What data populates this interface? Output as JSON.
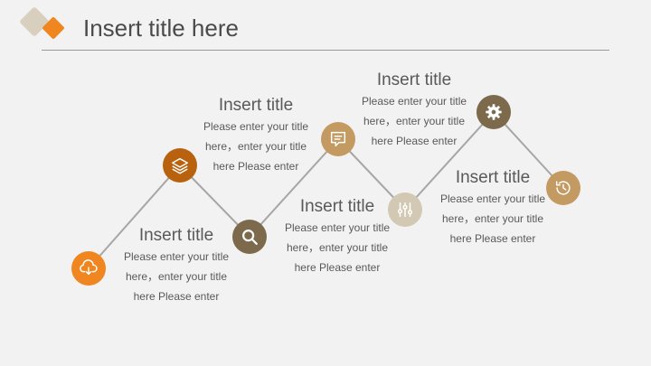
{
  "page": {
    "title": "Insert title here"
  },
  "colors": {
    "orange": "#f0861f",
    "rust": "#b8620f",
    "olive": "#7d6a4c",
    "tan": "#c39a61",
    "beige": "#d3c8b4",
    "line": "#a6a6a6"
  },
  "nodes": [
    {
      "icon": "cloud-download-icon",
      "color": "#f0861f"
    },
    {
      "icon": "layers-icon",
      "color": "#b8620f"
    },
    {
      "icon": "search-icon",
      "color": "#7d6a4c"
    },
    {
      "icon": "message-icon",
      "color": "#c39a61"
    },
    {
      "icon": "sliders-icon",
      "color": "#d3c8b4"
    },
    {
      "icon": "gear-icon",
      "color": "#7d6a4c"
    },
    {
      "icon": "history-icon",
      "color": "#c39a61"
    }
  ],
  "blocks": [
    {
      "title": "Insert title",
      "lines": [
        "Please enter your title",
        "here，enter your title",
        "here Please enter"
      ]
    },
    {
      "title": "Insert title",
      "lines": [
        "Please enter your title",
        "here，enter your title",
        "here Please enter"
      ]
    },
    {
      "title": "Insert title",
      "lines": [
        "Please enter your title",
        "here，enter your title",
        "here Please enter"
      ]
    },
    {
      "title": "Insert title",
      "lines": [
        "Please enter your title",
        "here，enter your title",
        "here Please enter"
      ]
    },
    {
      "title": "Insert title",
      "lines": [
        "Please enter your title",
        "here，enter your title",
        "here Please enter"
      ]
    }
  ]
}
